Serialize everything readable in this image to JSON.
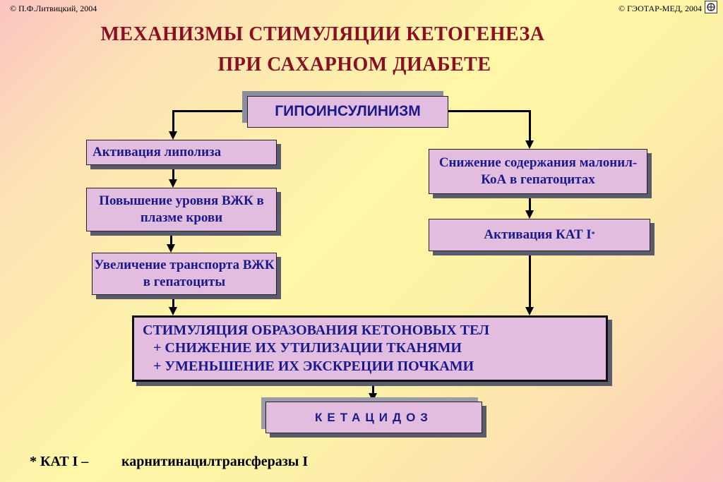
{
  "header": {
    "copyright_left": "© П.Ф.Литвицкий, 2004",
    "copyright_right": "© ГЭОТАР-МЕД, 2004"
  },
  "title": {
    "line1": "МЕХАНИЗМЫ  СТИМУЛЯЦИИ КЕТОГЕНЕЗА",
    "line2": "ПРИ САХАРНОМ  ДИАБЕТЕ"
  },
  "diagram": {
    "root": "ГИПОИНСУЛИНИЗМ",
    "left": [
      "Активация липолиза",
      "Повышение уровня ВЖК в плазме крови",
      "Увеличение транспорта ВЖК в гепатоциты"
    ],
    "right": [
      "Снижение содержания малонил-КоА в гепатоцитах",
      "Активация КАТ I"
    ],
    "right_sup": "*",
    "result_lines": [
      "СТИМУЛЯЦИЯ  ОБРАЗОВАНИЯ КЕТОНОВЫХ  ТЕЛ",
      "   + СНИЖЕНИЕ ИХ УТИЛИЗАЦИИ ТКАНЯМИ",
      "   + УМЕНЬШЕНИЕ ИХ ЭКСКРЕЦИИ ПОЧКАМИ"
    ],
    "outcome": "КЕТАЦИДОЗ"
  },
  "footnote": {
    "term": "*  КАТ I –",
    "definition": "карнитинацилтрансферазы I"
  },
  "icons": {
    "nav": "navigation-icon"
  }
}
